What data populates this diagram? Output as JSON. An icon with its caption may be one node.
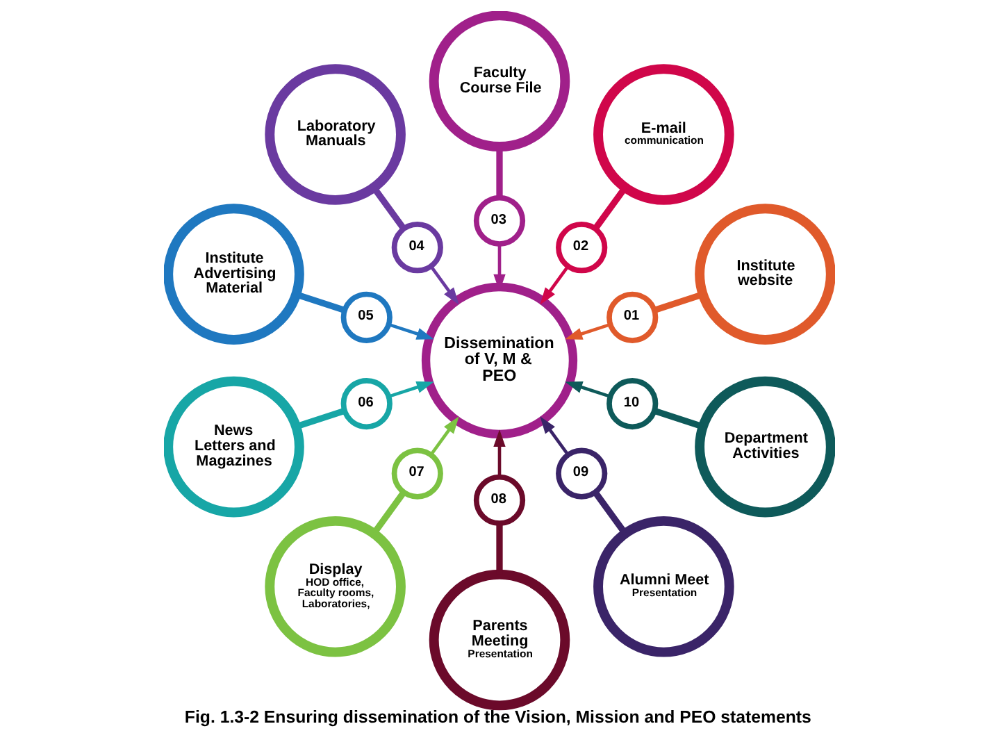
{
  "diagram": {
    "caption": "Fig. 1.3-2 Ensuring dissemination of the Vision, Mission and PEO statements",
    "nodes": [
      {
        "text": [
          "Dissemination of V, M & PEO"
        ]
      },
      {
        "text": [
          "Institute website"
        ]
      },
      {
        "text": [
          "01"
        ]
      },
      {
        "text": [
          "E-mail",
          "communication"
        ]
      },
      {
        "text": [
          "02"
        ]
      },
      {
        "text": [
          "Faculty Course File"
        ]
      },
      {
        "text": [
          "03"
        ]
      },
      {
        "text": [
          "Laboratory Manuals"
        ]
      },
      {
        "text": [
          "04"
        ]
      },
      {
        "text": [
          "Institute Advertising Material"
        ]
      },
      {
        "text": [
          "05"
        ]
      },
      {
        "text": [
          "News Letters and Magazines"
        ]
      },
      {
        "text": [
          "06"
        ]
      },
      {
        "text": [
          "Display",
          "HOD office, Faculty rooms, Laboratories,"
        ]
      },
      {
        "text": [
          "07"
        ]
      },
      {
        "text": [
          "Parents Meeting",
          "Presentation"
        ]
      },
      {
        "text": [
          "08"
        ]
      },
      {
        "text": [
          "Alumni Meet",
          "Presentation"
        ]
      },
      {
        "text": [
          "09"
        ]
      },
      {
        "text": [
          "Department Activities"
        ]
      },
      {
        "text": [
          "10"
        ]
      }
    ],
    "edges": [
      {
        "from": 1,
        "to": 2,
        "arrow": "none",
        "style": "thick",
        "color": "#e05a2b"
      },
      {
        "from": 2,
        "to": 0,
        "arrow": "to",
        "color": "#e05a2b"
      },
      {
        "from": 3,
        "to": 4,
        "arrow": "none",
        "style": "thick",
        "color": "#d0064a"
      },
      {
        "from": 4,
        "to": 0,
        "arrow": "to",
        "color": "#d0064a"
      },
      {
        "from": 5,
        "to": 6,
        "arrow": "none",
        "style": "thick",
        "color": "#a0208a"
      },
      {
        "from": 6,
        "to": 0,
        "arrow": "to",
        "color": "#a0208a"
      },
      {
        "from": 7,
        "to": 8,
        "arrow": "none",
        "style": "thick",
        "color": "#6a3aa0"
      },
      {
        "from": 8,
        "to": 0,
        "arrow": "to",
        "color": "#6a3aa0"
      },
      {
        "from": 9,
        "to": 10,
        "arrow": "none",
        "style": "thick",
        "color": "#1f78c0"
      },
      {
        "from": 10,
        "to": 0,
        "arrow": "to",
        "color": "#1f78c0"
      },
      {
        "from": 11,
        "to": 12,
        "arrow": "none",
        "style": "thick",
        "color": "#17a6a6"
      },
      {
        "from": 12,
        "to": 0,
        "arrow": "to",
        "color": "#17a6a6"
      },
      {
        "from": 13,
        "to": 14,
        "arrow": "none",
        "style": "thick",
        "color": "#7cc242"
      },
      {
        "from": 14,
        "to": 0,
        "arrow": "to",
        "color": "#7cc242"
      },
      {
        "from": 15,
        "to": 16,
        "arrow": "none",
        "style": "thick",
        "color": "#6b0a2a"
      },
      {
        "from": 16,
        "to": 0,
        "arrow": "to",
        "color": "#6b0a2a"
      },
      {
        "from": 17,
        "to": 18,
        "arrow": "none",
        "style": "thick",
        "color": "#3a2468"
      },
      {
        "from": 18,
        "to": 0,
        "arrow": "to",
        "color": "#3a2468"
      },
      {
        "from": 19,
        "to": 20,
        "arrow": "none",
        "style": "thick",
        "color": "#0e5a5a"
      },
      {
        "from": 20,
        "to": 0,
        "arrow": "to",
        "color": "#0e5a5a"
      }
    ]
  }
}
